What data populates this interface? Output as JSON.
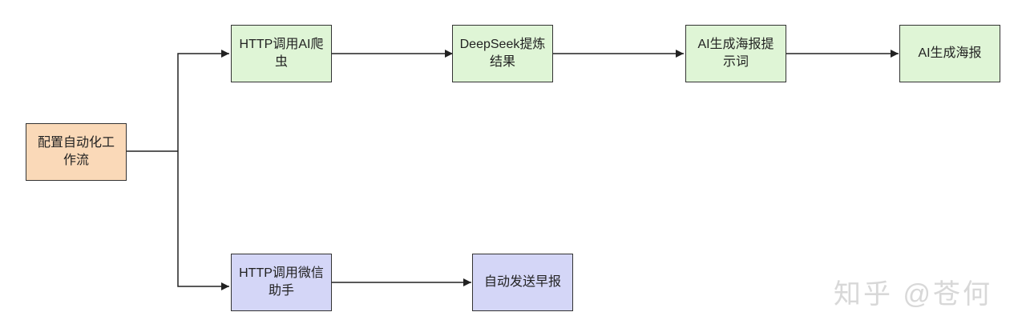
{
  "nodes": {
    "config": {
      "label": "配置自动化工作流",
      "fill": "#fad9b8"
    },
    "http_ai": {
      "label": "HTTP调用AI爬虫",
      "fill": "#dff5d6"
    },
    "deepseek": {
      "label": "DeepSeek提炼结果",
      "fill": "#dff5d6"
    },
    "poster_prompt": {
      "label": "AI生成海报提示词",
      "fill": "#dff5d6"
    },
    "poster": {
      "label": "AI生成海报",
      "fill": "#dff5d6"
    },
    "http_wechat": {
      "label": "HTTP调用微信助手",
      "fill": "#d4d6f7"
    },
    "send_report": {
      "label": "自动发送早报",
      "fill": "#d4d6f7"
    }
  },
  "edges": [
    {
      "from": "config",
      "to": "http_ai"
    },
    {
      "from": "config",
      "to": "http_wechat"
    },
    {
      "from": "http_ai",
      "to": "deepseek"
    },
    {
      "from": "deepseek",
      "to": "poster_prompt"
    },
    {
      "from": "poster_prompt",
      "to": "poster"
    },
    {
      "from": "http_wechat",
      "to": "send_report"
    }
  ],
  "watermark": "知乎 @苍何"
}
